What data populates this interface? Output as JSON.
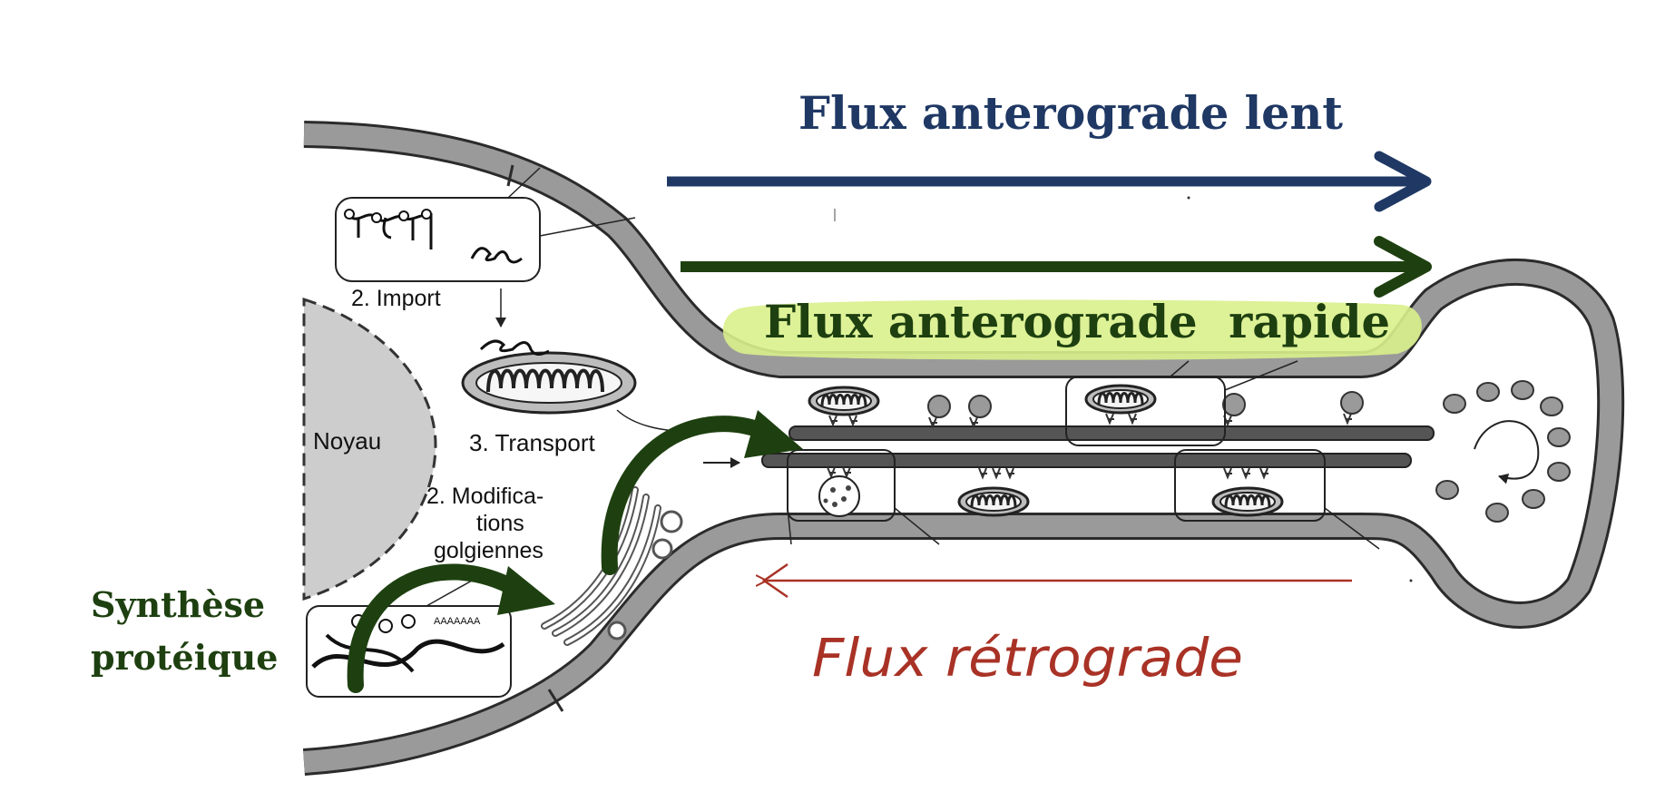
{
  "labels": {
    "flux_lent": "Flux anterograde lent",
    "flux_rapide": "Flux anterograde  rapide",
    "flux_retrograde": "Flux rétrograde",
    "synthese_line1": "Synthèse",
    "synthese_line2": "protéique",
    "noyau": "Noyau",
    "import": "2. Import",
    "transport": "3. Transport",
    "modif_line1": "2. Modifica-",
    "modif_line2": "tions",
    "modif_line3": "golgiennes",
    "polya": "AAAAAAA"
  },
  "colors": {
    "navy": "#1f3864",
    "dark_green": "#1e4010",
    "retro_red": "#a93226",
    "highlight": "#d9f08c",
    "membrane": "#9a9a9a",
    "membrane_edge": "#2b2b2b",
    "nucleus": "#cdcdcd"
  },
  "icons": {
    "mitochondrion": "mitochondrion-icon",
    "vesicle": "vesicle-icon",
    "golgi": "golgi-icon",
    "ribosome": "ribosome-icon",
    "lysosome": "lysosome-icon"
  }
}
